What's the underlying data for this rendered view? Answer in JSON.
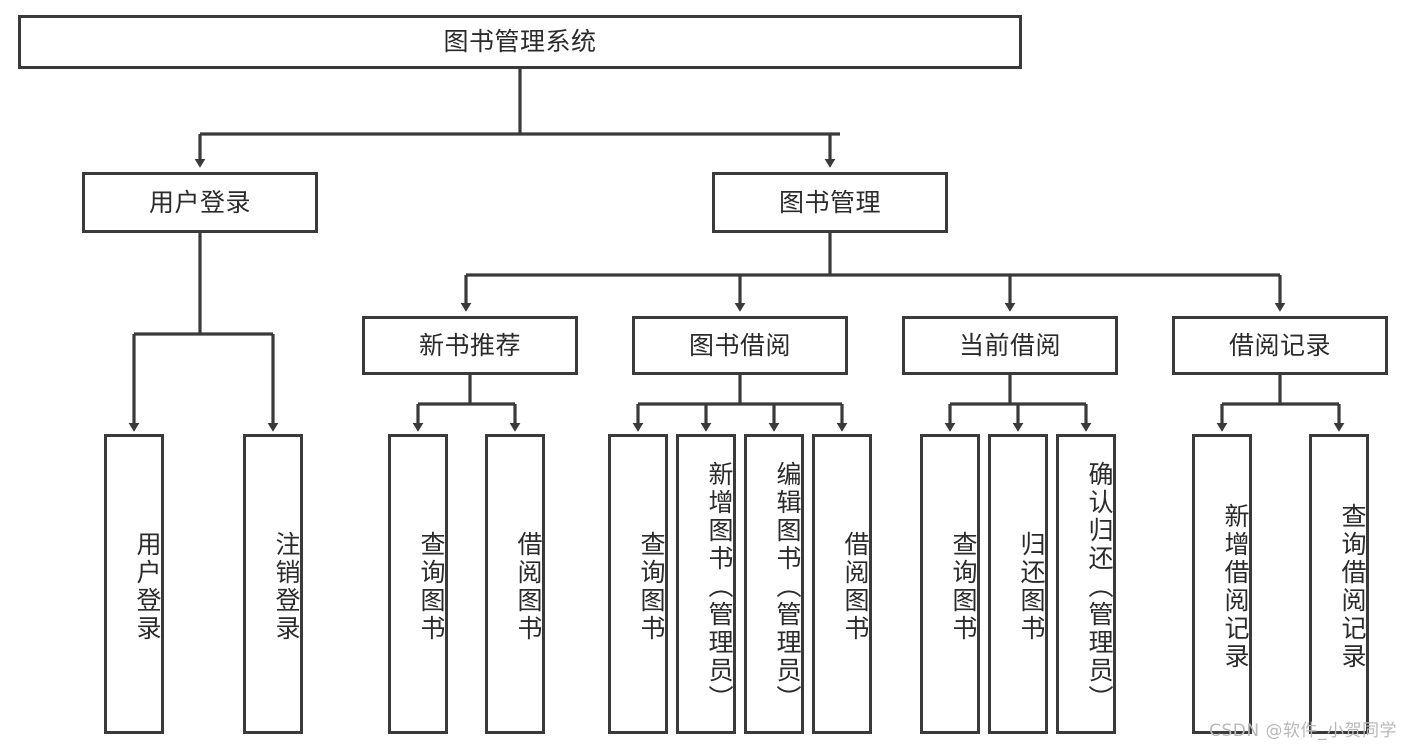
{
  "diagram": {
    "title": "图书管理系统",
    "type": "tree-hierarchy-chart",
    "line_color": "#3a3a3a",
    "box_fill": "#ffffff",
    "text_color": "#2b2b2b",
    "root": {
      "label": "图书管理系统"
    },
    "level2": [
      {
        "label": "用户登录"
      },
      {
        "label": "图书管理"
      }
    ],
    "level3": [
      {
        "label": "新书推荐"
      },
      {
        "label": "图书借阅"
      },
      {
        "label": "当前借阅"
      },
      {
        "label": "借阅记录"
      }
    ],
    "leaves": [
      {
        "label": "用户登录"
      },
      {
        "label": "注销登录"
      },
      {
        "label": "查询图书"
      },
      {
        "label": "借阅图书"
      },
      {
        "label": "查询图书"
      },
      {
        "label": "新增图书（管理员）"
      },
      {
        "label": "编辑图书（管理员）"
      },
      {
        "label": "借阅图书"
      },
      {
        "label": "查询图书"
      },
      {
        "label": "归还图书"
      },
      {
        "label": "确认归还（管理员）"
      },
      {
        "label": "新增借阅记录"
      },
      {
        "label": "查询借阅记录"
      }
    ]
  },
  "watermark": {
    "text": "CSDN @软件_小贺同学"
  }
}
